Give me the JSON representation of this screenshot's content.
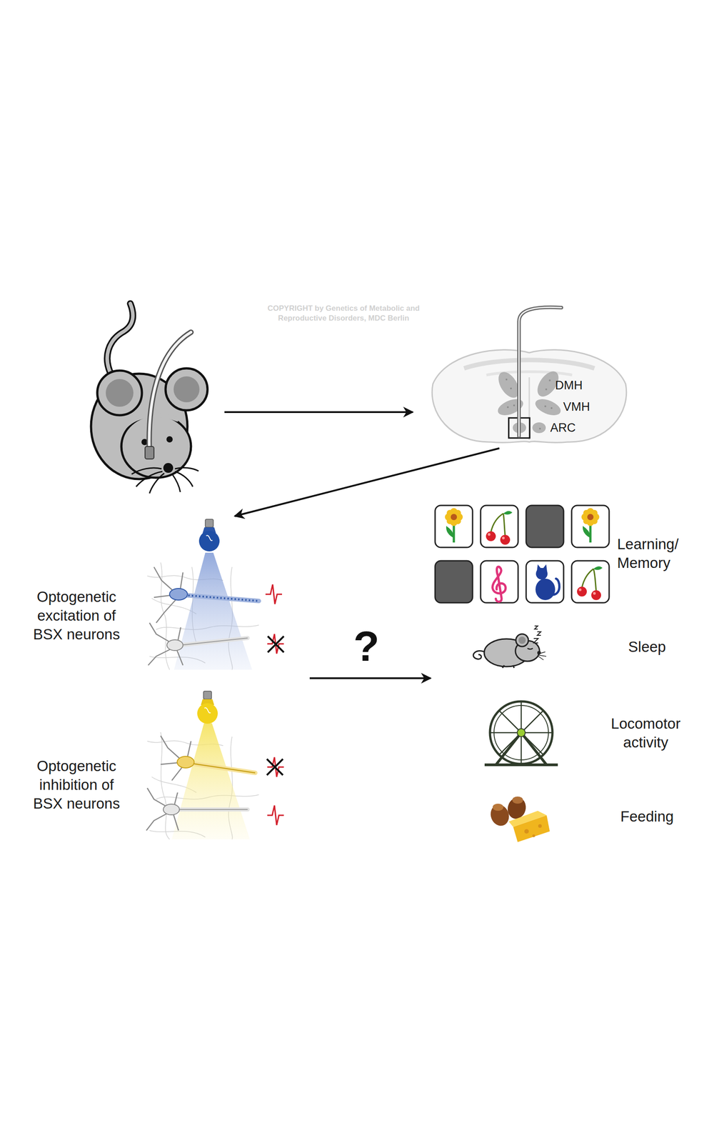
{
  "diagram": {
    "labels": [
      "COPYRIGHT by Genetics of Metabolic and Reproductive Disorders, MDC Berlin",
      "DMH",
      "VMH",
      "ARC",
      "Learning/ Memory",
      "Optogenetic excitation of BSX neurons",
      "?",
      "Sleep",
      "Locomotor activity",
      "Optogenetic inhibition of BSX neurons",
      "Feeding"
    ]
  }
}
